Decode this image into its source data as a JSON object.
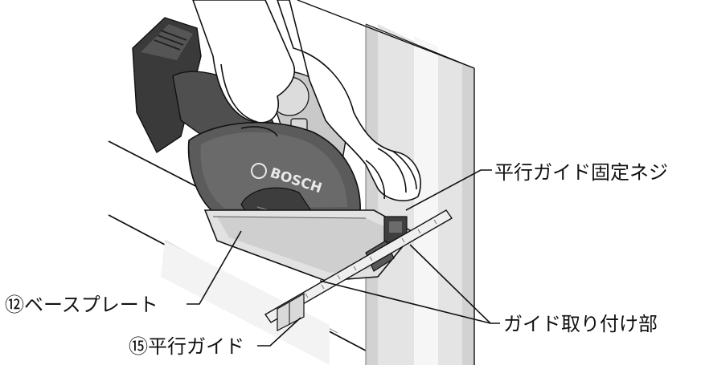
{
  "brand": "BOSCH",
  "labels": {
    "fence_screw": "平行ガイド固定ネジ",
    "mount": "ガイド取り付け部",
    "base_plate": "⑫ベースプレート",
    "parallel_guide": "⑮平行ガイド"
  },
  "colors": {
    "line": "#111111",
    "tool_body": "#4a4a4a",
    "tool_dark": "#2e2e2e",
    "guard": "#6b6b6b",
    "light_grey": "#bdbdbd",
    "pale": "#e6e6e6"
  }
}
